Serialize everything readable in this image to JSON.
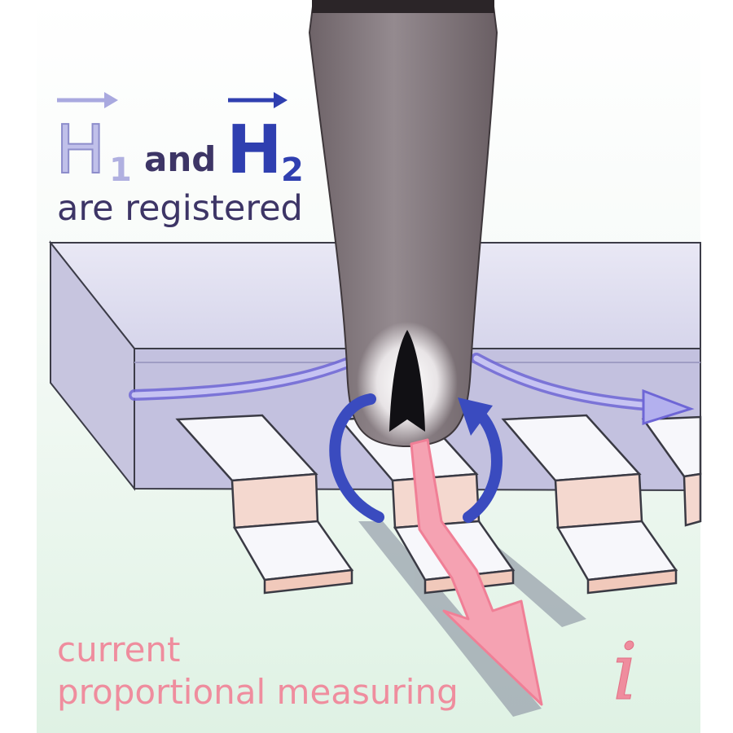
{
  "labels": {
    "h1_letter": "H",
    "h1_subscript": "1",
    "and_word": "and",
    "h2_letter": "H",
    "h2_subscript": "2",
    "registered_line": "are registered",
    "current_line": "current",
    "measuring_line": "proportional measuring",
    "current_symbol": "i"
  },
  "colors": {
    "h1_color": "#a9a9df",
    "h2_color": "#2f3fb0",
    "text_dark": "#3d3566",
    "current_pink": "#f08ca0",
    "probe_gray": "#85797e",
    "field_blue": "#3a4bbf"
  }
}
